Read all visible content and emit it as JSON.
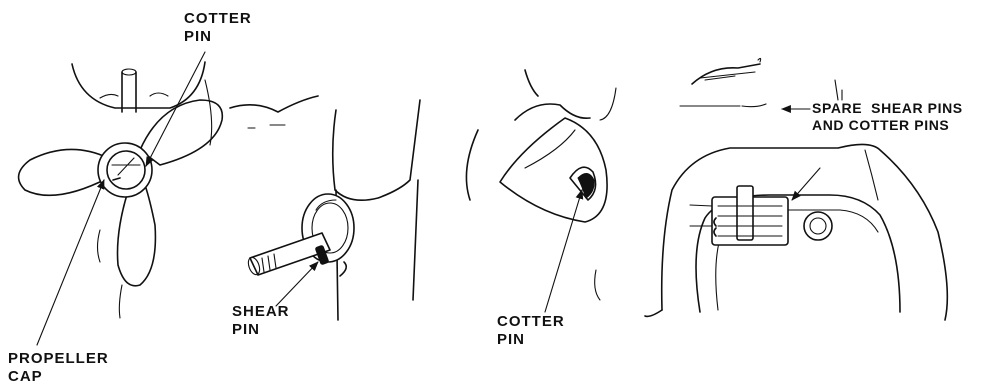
{
  "labels": {
    "cotter_pin_1": [
      "COTTER",
      "PIN"
    ],
    "propeller_cap": [
      "PROPELLER",
      "CAP"
    ],
    "shear_pin": [
      "SHEAR",
      "PIN"
    ],
    "cotter_pin_2": [
      "COTTER",
      "PIN"
    ],
    "spare_pins": [
      "SPARE  SHEAR PINS",
      "AND COTTER PINS"
    ]
  }
}
